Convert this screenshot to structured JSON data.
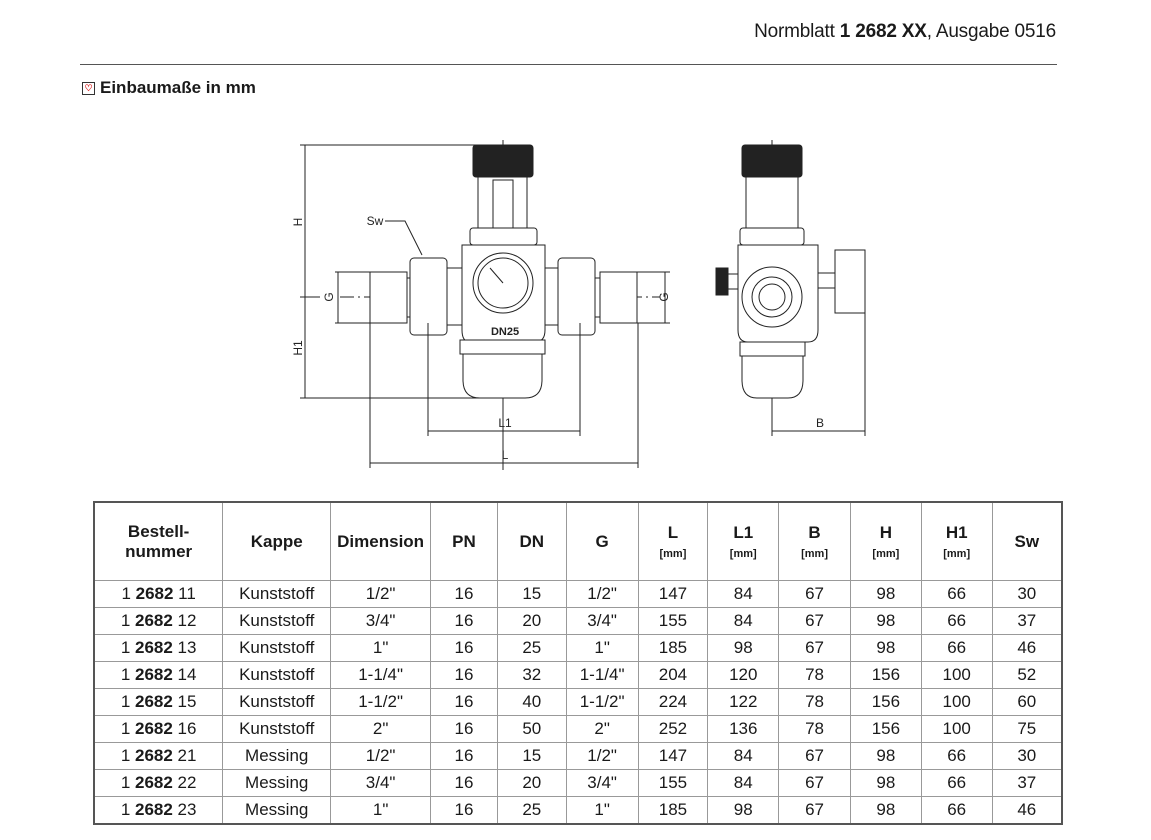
{
  "header": {
    "prefix": "Normblatt ",
    "number": "1 2682 XX",
    "suffix": ", Ausgabe 0516"
  },
  "section": {
    "icon": "heart-checkbox-icon",
    "title": "Einbaumaße in mm"
  },
  "drawing": {
    "labels": {
      "H": "H",
      "H1": "H1",
      "G_left": "G",
      "G_right": "G",
      "Sw": "Sw",
      "L1": "L1",
      "L": "L",
      "B": "B",
      "DN": "DN25"
    }
  },
  "table": {
    "headers": [
      {
        "label": "Bestell-\nnummer",
        "unit": ""
      },
      {
        "label": "Kappe",
        "unit": ""
      },
      {
        "label": "Dimension",
        "unit": ""
      },
      {
        "label": "PN",
        "unit": ""
      },
      {
        "label": "DN",
        "unit": ""
      },
      {
        "label": "G",
        "unit": ""
      },
      {
        "label": "L",
        "unit": "[mm]"
      },
      {
        "label": "L1",
        "unit": "[mm]"
      },
      {
        "label": "B",
        "unit": "[mm]"
      },
      {
        "label": "H",
        "unit": "[mm]"
      },
      {
        "label": "H1",
        "unit": "[mm]"
      },
      {
        "label": "Sw",
        "unit": ""
      }
    ],
    "rows": [
      {
        "pre": "1 ",
        "bold": "2682",
        "post": " 11",
        "cells": [
          "Kunststoff",
          "1/2\"",
          "16",
          "15",
          "1/2\"",
          "147",
          "84",
          "67",
          "98",
          "66",
          "30"
        ]
      },
      {
        "pre": "1 ",
        "bold": "2682",
        "post": " 12",
        "cells": [
          "Kunststoff",
          "3/4\"",
          "16",
          "20",
          "3/4\"",
          "155",
          "84",
          "67",
          "98",
          "66",
          "37"
        ]
      },
      {
        "pre": "1 ",
        "bold": "2682",
        "post": " 13",
        "cells": [
          "Kunststoff",
          "1\"",
          "16",
          "25",
          "1\"",
          "185",
          "98",
          "67",
          "98",
          "66",
          "46"
        ]
      },
      {
        "pre": "1 ",
        "bold": "2682",
        "post": " 14",
        "cells": [
          "Kunststoff",
          "1-1/4\"",
          "16",
          "32",
          "1-1/4\"",
          "204",
          "120",
          "78",
          "156",
          "100",
          "52"
        ]
      },
      {
        "pre": "1 ",
        "bold": "2682",
        "post": " 15",
        "cells": [
          "Kunststoff",
          "1-1/2\"",
          "16",
          "40",
          "1-1/2\"",
          "224",
          "122",
          "78",
          "156",
          "100",
          "60"
        ]
      },
      {
        "pre": "1 ",
        "bold": "2682",
        "post": " 16",
        "cells": [
          "Kunststoff",
          "2\"",
          "16",
          "50",
          "2\"",
          "252",
          "136",
          "78",
          "156",
          "100",
          "75"
        ]
      },
      {
        "pre": "1 ",
        "bold": "2682",
        "post": " 21",
        "cells": [
          "Messing",
          "1/2\"",
          "16",
          "15",
          "1/2\"",
          "147",
          "84",
          "67",
          "98",
          "66",
          "30"
        ]
      },
      {
        "pre": "1 ",
        "bold": "2682",
        "post": " 22",
        "cells": [
          "Messing",
          "3/4\"",
          "16",
          "20",
          "3/4\"",
          "155",
          "84",
          "67",
          "98",
          "66",
          "37"
        ]
      },
      {
        "pre": "1 ",
        "bold": "2682",
        "post": " 23",
        "cells": [
          "Messing",
          "1\"",
          "16",
          "25",
          "1\"",
          "185",
          "98",
          "67",
          "98",
          "66",
          "46"
        ]
      }
    ]
  }
}
